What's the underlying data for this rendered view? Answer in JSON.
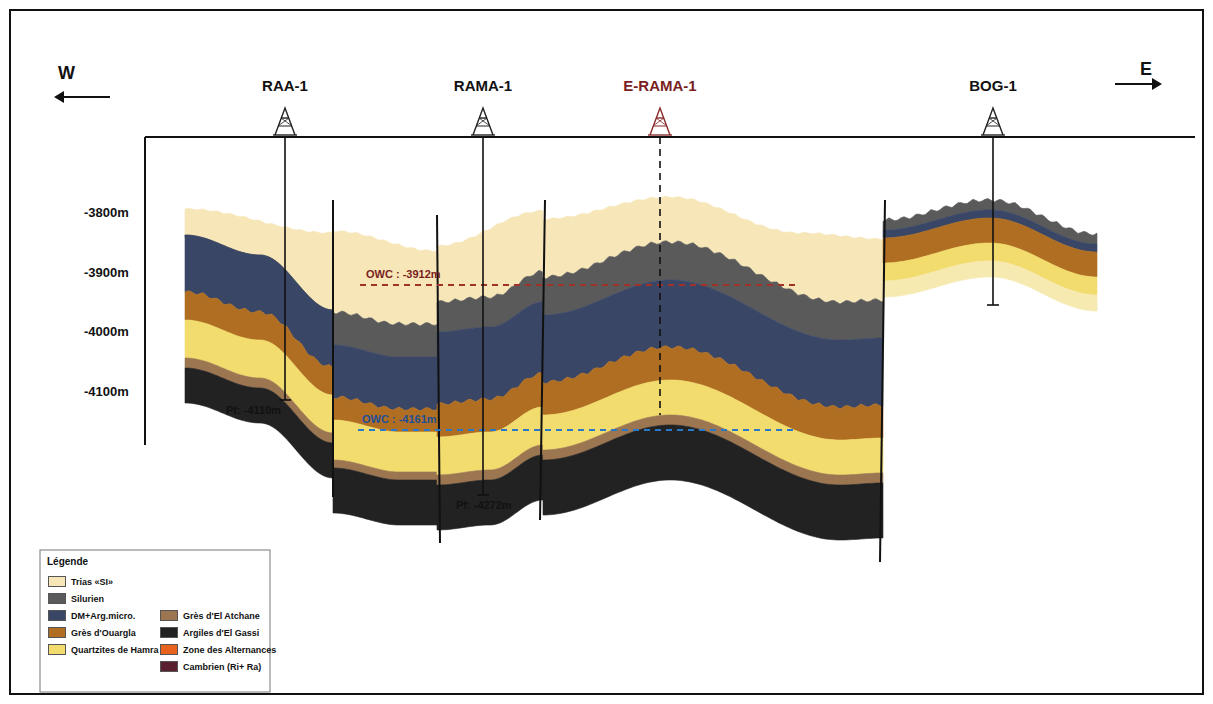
{
  "diagram": {
    "labels": [
      "W",
      "E",
      "RAA-1",
      "RAMA-1",
      "E-RAMA-1",
      "BOG-1",
      "-3800m",
      "-3900m",
      "-4000m",
      "-4100m",
      "OWC : -3912m",
      "OWC : -4161m",
      "Pf: -4110m",
      "Pf: -4272m",
      "Légende"
    ],
    "legend": [
      {
        "text": "Trias «SI»",
        "color": "#f7e6b8"
      },
      {
        "text": "Silurien",
        "color": "#5a5a5a"
      },
      {
        "text": "DM+Arg.micro.",
        "color": "#3a4666"
      },
      {
        "text": "Grès d'Ouargla",
        "color": "#b06e22"
      },
      {
        "text": "Quartzites de Hamra",
        "color": "#f2dc6e"
      },
      {
        "text": "Grès d'El Atchane",
        "color": "#9c7650"
      },
      {
        "text": "Argiles d'El Gassi",
        "color": "#222222"
      },
      {
        "text": "Zone des Alternances",
        "color": "#e8641e"
      },
      {
        "text": "Cambrien (Ri+ Ra)",
        "color": "#5a2030"
      }
    ]
  }
}
